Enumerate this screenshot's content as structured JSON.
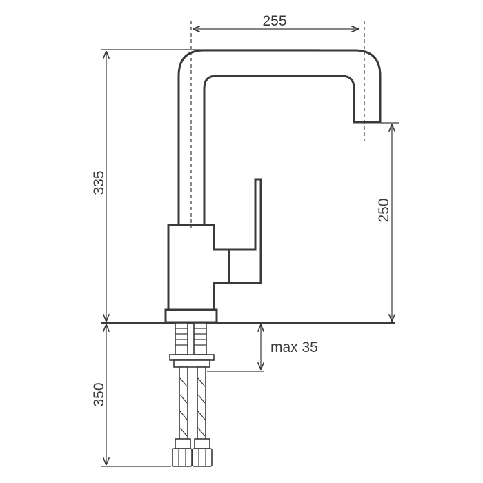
{
  "dimensions": {
    "spout_reach": "255",
    "total_height": "335",
    "spout_height": "250",
    "max_mount": "max 35",
    "hose_length": "350"
  },
  "colors": {
    "line": "#3a3a3a",
    "background": "#ffffff"
  }
}
